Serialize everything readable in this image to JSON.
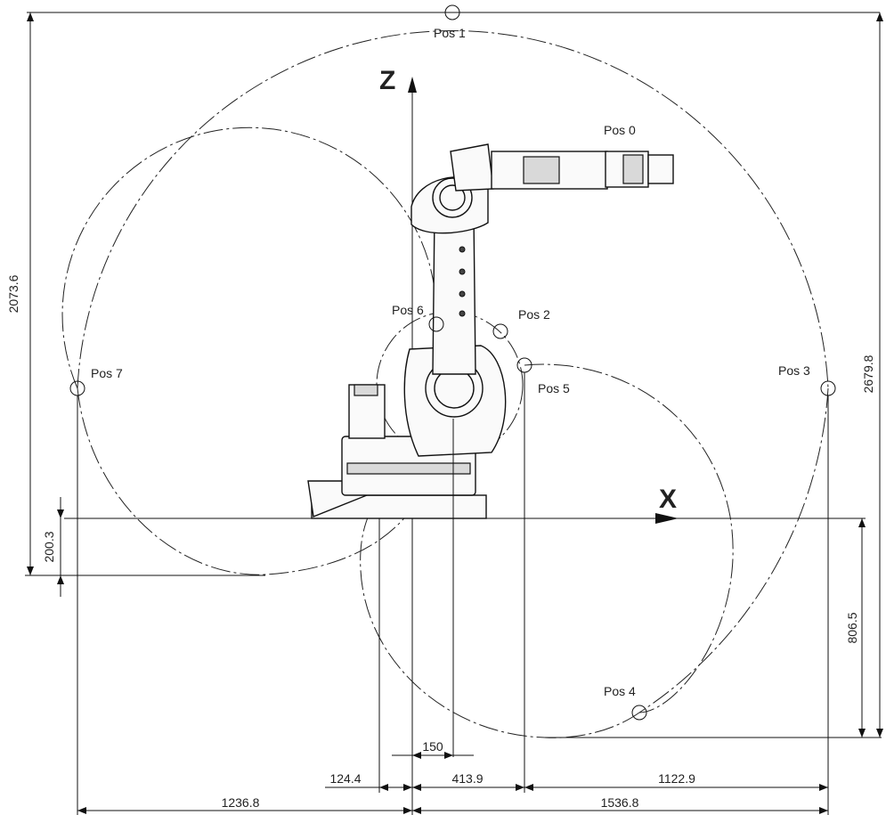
{
  "diagram": {
    "axes": {
      "x_label": "X",
      "z_label": "Z"
    },
    "positions": [
      "Pos 0",
      "Pos 1",
      "Pos 2",
      "Pos 3",
      "Pos 4",
      "Pos 5",
      "Pos 6",
      "Pos 7"
    ],
    "dimensions": {
      "reach_height": "2073.6",
      "total_height": "2679.8",
      "below_base": "200.3",
      "lower_reach": "806.5",
      "offset_150": "150",
      "offset_124_4": "124.4",
      "offset_413_9": "413.9",
      "offset_1122_9": "1122.9",
      "left_reach": "1236.8",
      "right_reach": "1536.8"
    }
  }
}
